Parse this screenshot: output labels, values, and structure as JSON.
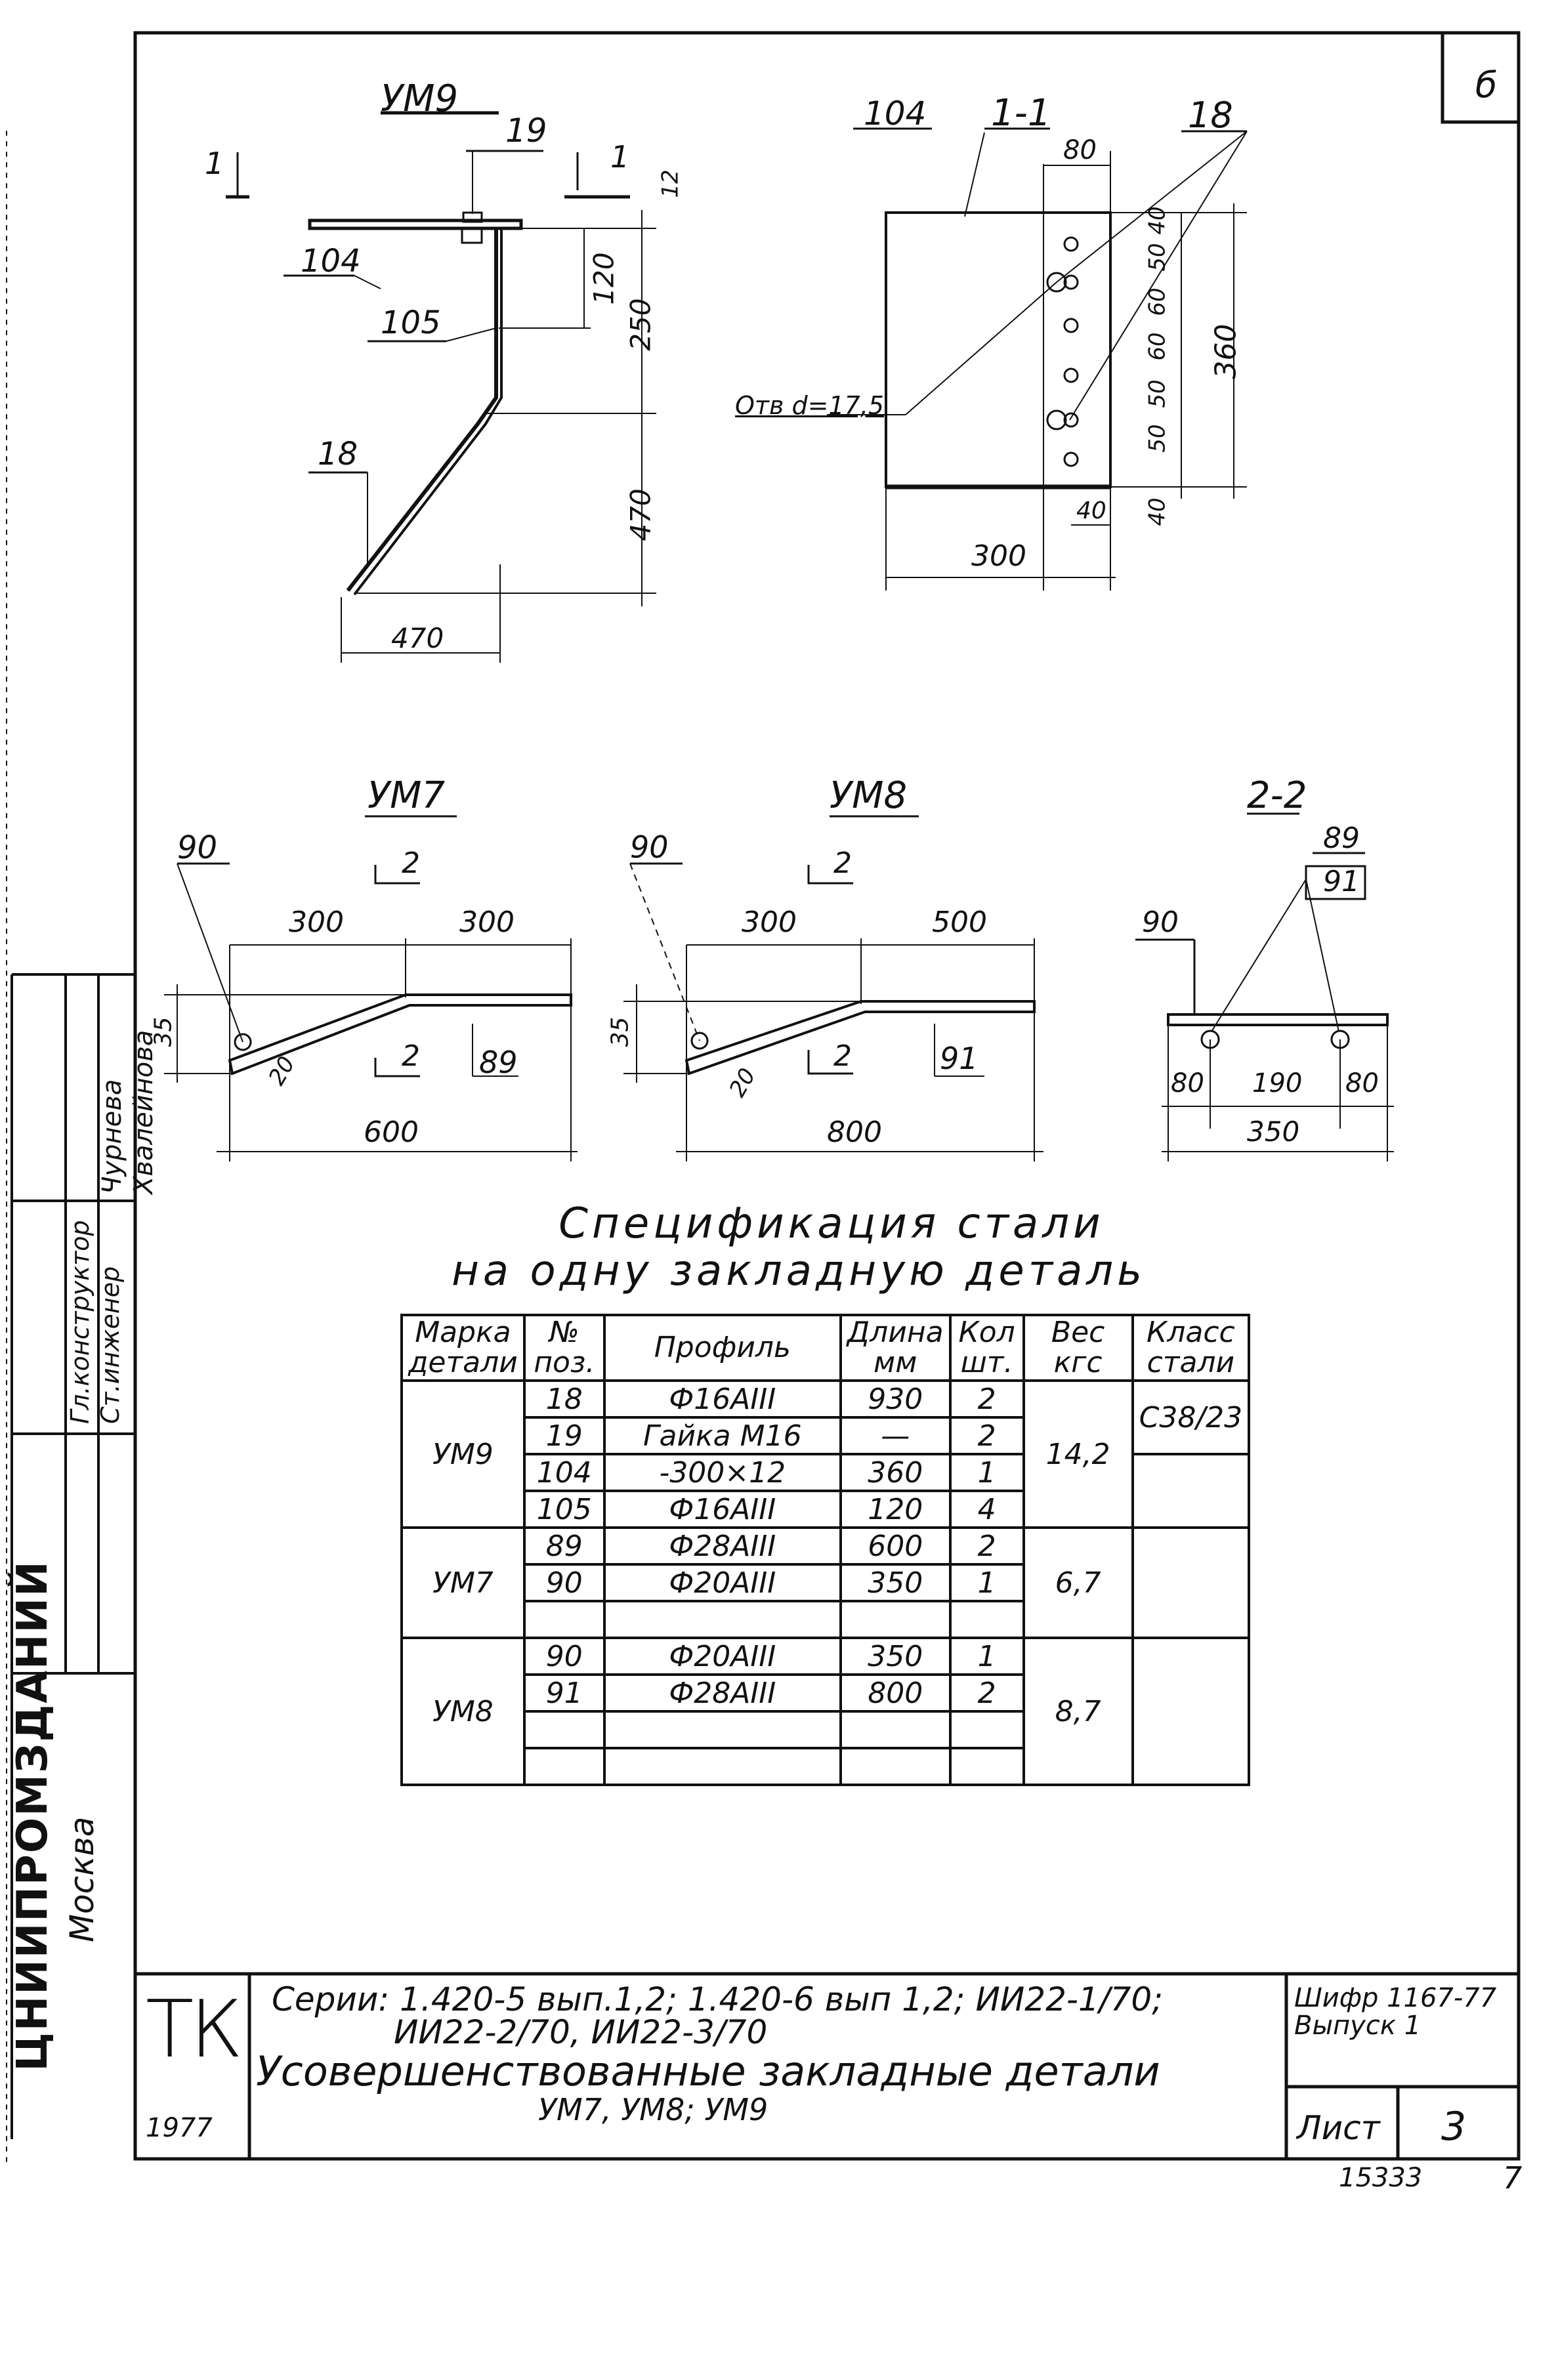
{
  "sheet_letter": "б",
  "views": {
    "um9": {
      "title": "УМ9",
      "section_mark": "1",
      "callouts": [
        "19",
        "104",
        "105",
        "18"
      ],
      "dims": [
        "12",
        "120",
        "250",
        "470",
        "470"
      ]
    },
    "sec11": {
      "title": "1-1",
      "callouts": [
        "104",
        "18"
      ],
      "hole_note": "Отв d=17,5",
      "dims_top": "80",
      "dims_right": [
        "40",
        "50",
        "60",
        "60",
        "50",
        "50",
        "40",
        "360"
      ],
      "dims_bottom": [
        "40",
        "300"
      ]
    },
    "um7": {
      "title": "УМ7",
      "callouts": [
        "90",
        "89"
      ],
      "section": "2",
      "dims": [
        "300",
        "300",
        "35",
        "20",
        "600"
      ]
    },
    "um8": {
      "title": "УМ8",
      "callouts": [
        "90",
        "91"
      ],
      "section": "2",
      "dims": [
        "300",
        "500",
        "35",
        "20",
        "800"
      ]
    },
    "sec22": {
      "title": "2-2",
      "callouts": [
        "89",
        "91",
        "90"
      ],
      "dims": [
        "80",
        "190",
        "80",
        "350"
      ]
    }
  },
  "spec": {
    "title_line1": "Спецификация стали",
    "title_line2": "на одну закладную деталь",
    "headers": [
      "Марка детали",
      "№ поз.",
      "Профиль",
      "Длина мм",
      "Кол шт.",
      "Вес кгс",
      "Класс стали"
    ],
    "groups": [
      {
        "mark": "УМ9",
        "weight": "14,2",
        "class": "С38/23",
        "rows": [
          [
            "18",
            "Ф16АIII",
            "930",
            "2"
          ],
          [
            "19",
            "Гайка М16",
            "—",
            "2"
          ],
          [
            "104",
            "-300×12",
            "360",
            "1"
          ],
          [
            "105",
            "Ф16АIII",
            "120",
            "4"
          ]
        ]
      },
      {
        "mark": "УМ7",
        "weight": "6,7",
        "class": "",
        "rows": [
          [
            "89",
            "Ф28АIII",
            "600",
            "2"
          ],
          [
            "90",
            "Ф20АIII",
            "350",
            "1"
          ],
          [
            "",
            "",
            "",
            ""
          ]
        ]
      },
      {
        "mark": "УМ8",
        "weight": "8,7",
        "class": "",
        "rows": [
          [
            "90",
            "Ф20АIII",
            "350",
            "1"
          ],
          [
            "91",
            "Ф28АIII",
            "800",
            "2"
          ],
          [
            "",
            "",
            "",
            ""
          ],
          [
            "",
            "",
            "",
            ""
          ]
        ]
      }
    ]
  },
  "sidebar": {
    "org": "ЦНИИПРОМЗДАНИЙ",
    "city": "Москва",
    "roles": [
      "Гл.конструктор",
      "Ст.инженер"
    ],
    "names": [
      "Чурнева",
      "Хвалейнова"
    ]
  },
  "title_block": {
    "logo": "ТК",
    "year": "1977",
    "series_line1": "Серии: 1.420-5 вып.1,2; 1.420-6 вып 1,2; ИИ22-1/70;",
    "series_line2": "ИИ22-2/70, ИИ22-3/70",
    "name_line1": "Усовершенствованные закладные детали",
    "name_line2": "УМ7, УМ8; УМ9",
    "code_line1": "Шифр 1167-77",
    "code_line2": "Выпуск 1",
    "sheet_label": "Лист",
    "sheet_no": "3"
  },
  "footer": {
    "archive_no": "15333",
    "page": "7"
  }
}
